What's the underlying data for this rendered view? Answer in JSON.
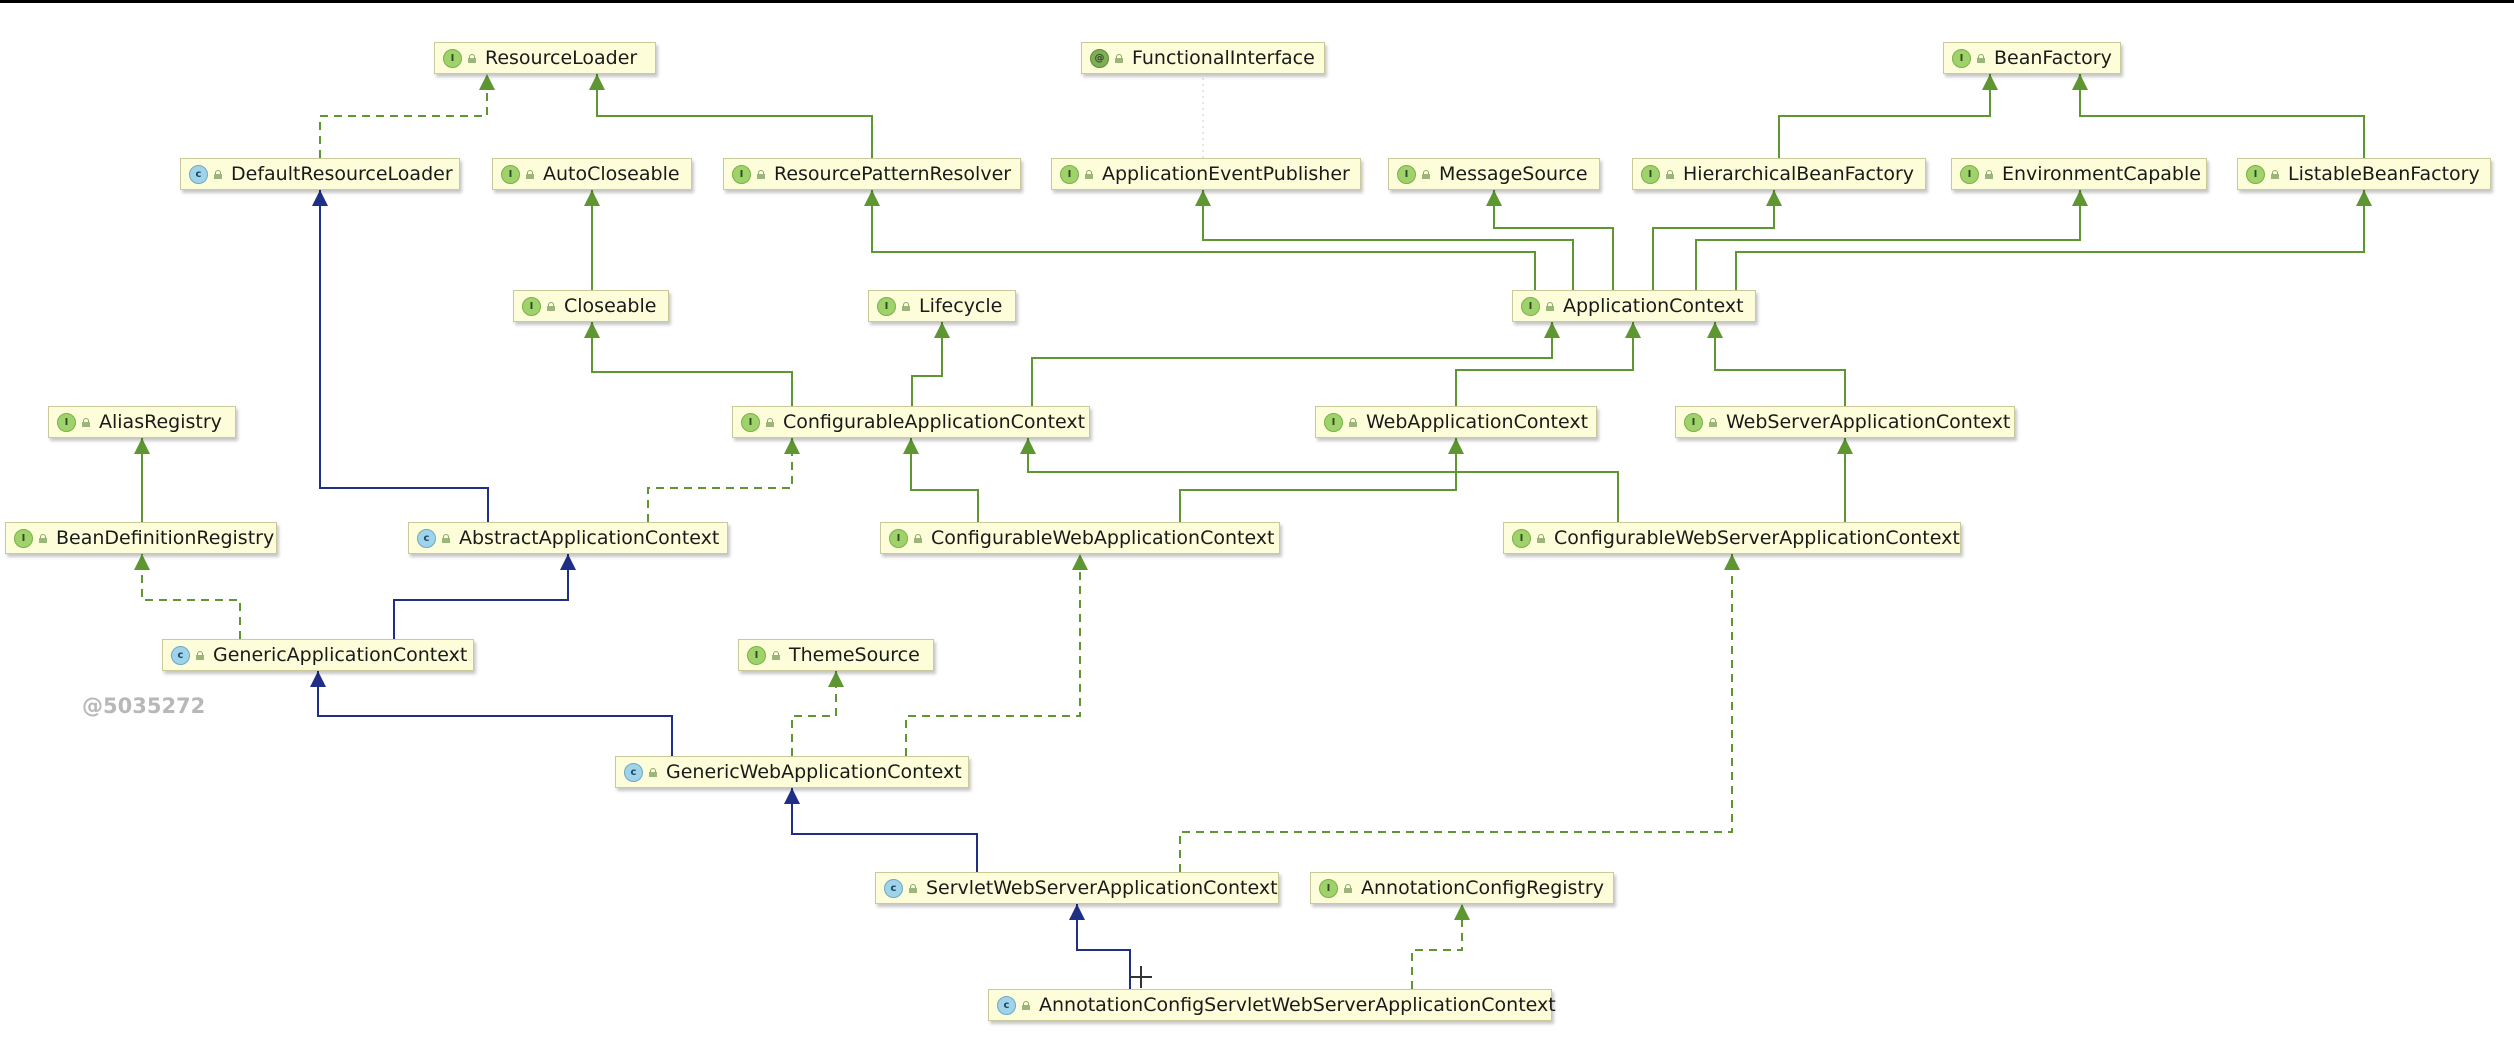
{
  "watermark": "@5035272",
  "nodes": [
    {
      "id": "ResourceLoader",
      "label": "ResourceLoader",
      "kind": "interface",
      "icon": "interface-icon"
    },
    {
      "id": "FunctionalInterface",
      "label": "FunctionalInterface",
      "kind": "annotation",
      "icon": "annotation-icon"
    },
    {
      "id": "BeanFactory",
      "label": "BeanFactory",
      "kind": "interface",
      "icon": "interface-icon"
    },
    {
      "id": "DefaultResourceLoader",
      "label": "DefaultResourceLoader",
      "kind": "class",
      "icon": "class-icon"
    },
    {
      "id": "AutoCloseable",
      "label": "AutoCloseable",
      "kind": "interface",
      "icon": "interface-icon"
    },
    {
      "id": "ResourcePatternResolver",
      "label": "ResourcePatternResolver",
      "kind": "interface",
      "icon": "interface-icon"
    },
    {
      "id": "ApplicationEventPublisher",
      "label": "ApplicationEventPublisher",
      "kind": "interface",
      "icon": "interface-icon"
    },
    {
      "id": "MessageSource",
      "label": "MessageSource",
      "kind": "interface",
      "icon": "interface-icon"
    },
    {
      "id": "HierarchicalBeanFactory",
      "label": "HierarchicalBeanFactory",
      "kind": "interface",
      "icon": "interface-icon"
    },
    {
      "id": "EnvironmentCapable",
      "label": "EnvironmentCapable",
      "kind": "interface",
      "icon": "interface-icon"
    },
    {
      "id": "ListableBeanFactory",
      "label": "ListableBeanFactory",
      "kind": "interface",
      "icon": "interface-icon"
    },
    {
      "id": "Closeable",
      "label": "Closeable",
      "kind": "interface",
      "icon": "interface-icon"
    },
    {
      "id": "Lifecycle",
      "label": "Lifecycle",
      "kind": "interface",
      "icon": "interface-icon"
    },
    {
      "id": "ApplicationContext",
      "label": "ApplicationContext",
      "kind": "interface",
      "icon": "interface-icon"
    },
    {
      "id": "AliasRegistry",
      "label": "AliasRegistry",
      "kind": "interface",
      "icon": "interface-icon"
    },
    {
      "id": "ConfigurableApplicationContext",
      "label": "ConfigurableApplicationContext",
      "kind": "interface",
      "icon": "interface-icon"
    },
    {
      "id": "WebApplicationContext",
      "label": "WebApplicationContext",
      "kind": "interface",
      "icon": "interface-icon"
    },
    {
      "id": "WebServerApplicationContext",
      "label": "WebServerApplicationContext",
      "kind": "interface",
      "icon": "interface-icon"
    },
    {
      "id": "BeanDefinitionRegistry",
      "label": "BeanDefinitionRegistry",
      "kind": "interface",
      "icon": "interface-icon"
    },
    {
      "id": "AbstractApplicationContext",
      "label": "AbstractApplicationContext",
      "kind": "class",
      "icon": "class-icon"
    },
    {
      "id": "ConfigurableWebApplicationContext",
      "label": "ConfigurableWebApplicationContext",
      "kind": "interface",
      "icon": "interface-icon"
    },
    {
      "id": "ConfigurableWebServerApplicationContext",
      "label": "ConfigurableWebServerApplicationContext",
      "kind": "interface",
      "icon": "interface-icon"
    },
    {
      "id": "GenericApplicationContext",
      "label": "GenericApplicationContext",
      "kind": "class",
      "icon": "class-icon"
    },
    {
      "id": "ThemeSource",
      "label": "ThemeSource",
      "kind": "interface",
      "icon": "interface-icon"
    },
    {
      "id": "GenericWebApplicationContext",
      "label": "GenericWebApplicationContext",
      "kind": "class",
      "icon": "class-icon"
    },
    {
      "id": "ServletWebServerApplicationContext",
      "label": "ServletWebServerApplicationContext",
      "kind": "class",
      "icon": "class-icon"
    },
    {
      "id": "AnnotationConfigRegistry",
      "label": "AnnotationConfigRegistry",
      "kind": "interface",
      "icon": "interface-icon"
    },
    {
      "id": "AnnotationConfigServletWebServerApplicationContext",
      "label": "AnnotationConfigServletWebServerApplicationContext",
      "kind": "class",
      "icon": "class-icon"
    }
  ],
  "edges": [
    {
      "from": "DefaultResourceLoader",
      "to": "ResourceLoader",
      "type": "implements"
    },
    {
      "from": "ResourcePatternResolver",
      "to": "ResourceLoader",
      "type": "extends-interface"
    },
    {
      "from": "ApplicationEventPublisher",
      "to": "FunctionalInterface",
      "type": "annotated"
    },
    {
      "from": "HierarchicalBeanFactory",
      "to": "BeanFactory",
      "type": "extends-interface"
    },
    {
      "from": "ListableBeanFactory",
      "to": "BeanFactory",
      "type": "extends-interface"
    },
    {
      "from": "Closeable",
      "to": "AutoCloseable",
      "type": "extends-interface"
    },
    {
      "from": "ApplicationContext",
      "to": "ResourcePatternResolver",
      "type": "extends-interface"
    },
    {
      "from": "ApplicationContext",
      "to": "ApplicationEventPublisher",
      "type": "extends-interface"
    },
    {
      "from": "ApplicationContext",
      "to": "MessageSource",
      "type": "extends-interface"
    },
    {
      "from": "ApplicationContext",
      "to": "HierarchicalBeanFactory",
      "type": "extends-interface"
    },
    {
      "from": "ApplicationContext",
      "to": "EnvironmentCapable",
      "type": "extends-interface"
    },
    {
      "from": "ApplicationContext",
      "to": "ListableBeanFactory",
      "type": "extends-interface"
    },
    {
      "from": "ConfigurableApplicationContext",
      "to": "Closeable",
      "type": "extends-interface"
    },
    {
      "from": "ConfigurableApplicationContext",
      "to": "Lifecycle",
      "type": "extends-interface"
    },
    {
      "from": "ConfigurableApplicationContext",
      "to": "ApplicationContext",
      "type": "extends-interface"
    },
    {
      "from": "WebApplicationContext",
      "to": "ApplicationContext",
      "type": "extends-interface"
    },
    {
      "from": "WebServerApplicationContext",
      "to": "ApplicationContext",
      "type": "extends-interface"
    },
    {
      "from": "BeanDefinitionRegistry",
      "to": "AliasRegistry",
      "type": "extends-interface"
    },
    {
      "from": "AbstractApplicationContext",
      "to": "DefaultResourceLoader",
      "type": "extends-class"
    },
    {
      "from": "AbstractApplicationContext",
      "to": "ConfigurableApplicationContext",
      "type": "implements"
    },
    {
      "from": "ConfigurableWebApplicationContext",
      "to": "ConfigurableApplicationContext",
      "type": "extends-interface"
    },
    {
      "from": "ConfigurableWebApplicationContext",
      "to": "WebApplicationContext",
      "type": "extends-interface"
    },
    {
      "from": "ConfigurableWebServerApplicationContext",
      "to": "ConfigurableApplicationContext",
      "type": "extends-interface"
    },
    {
      "from": "ConfigurableWebServerApplicationContext",
      "to": "WebServerApplicationContext",
      "type": "extends-interface"
    },
    {
      "from": "GenericApplicationContext",
      "to": "BeanDefinitionRegistry",
      "type": "implements"
    },
    {
      "from": "GenericApplicationContext",
      "to": "AbstractApplicationContext",
      "type": "extends-class"
    },
    {
      "from": "GenericWebApplicationContext",
      "to": "GenericApplicationContext",
      "type": "extends-class"
    },
    {
      "from": "GenericWebApplicationContext",
      "to": "ThemeSource",
      "type": "implements"
    },
    {
      "from": "GenericWebApplicationContext",
      "to": "ConfigurableWebApplicationContext",
      "type": "implements"
    },
    {
      "from": "ServletWebServerApplicationContext",
      "to": "GenericWebApplicationContext",
      "type": "extends-class"
    },
    {
      "from": "ServletWebServerApplicationContext",
      "to": "ConfigurableWebServerApplicationContext",
      "type": "implements"
    },
    {
      "from": "AnnotationConfigServletWebServerApplicationContext",
      "to": "ServletWebServerApplicationContext",
      "type": "extends-class"
    },
    {
      "from": "AnnotationConfigServletWebServerApplicationContext",
      "to": "AnnotationConfigRegistry",
      "type": "implements"
    }
  ],
  "colors": {
    "interface_edge": "#5e9732",
    "class_edge": "#1f2f86",
    "annotation_edge": "#cccccc",
    "node_fill": "#fdfdd9",
    "node_border": "#c9c99a"
  }
}
